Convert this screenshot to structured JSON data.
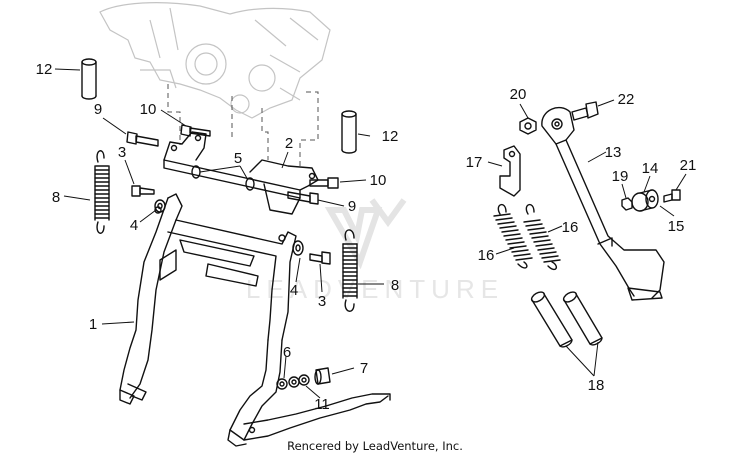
{
  "diagram": {
    "callouts": [
      "12",
      "9",
      "10",
      "3",
      "8",
      "4",
      "5",
      "2",
      "10",
      "9",
      "12",
      "20",
      "22",
      "17",
      "13",
      "14",
      "21",
      "19",
      "15",
      "16",
      "16",
      "8",
      "4",
      "3",
      "1",
      "6",
      "7",
      "11",
      "18"
    ]
  },
  "watermark": {
    "text": "LEADVENTURE"
  },
  "footer": {
    "credit": "Rencered by LeadVenture, Inc."
  },
  "colors": {
    "line": "#111111",
    "ghost": "#c4c4c4",
    "watermark": "#e4e4e4"
  }
}
